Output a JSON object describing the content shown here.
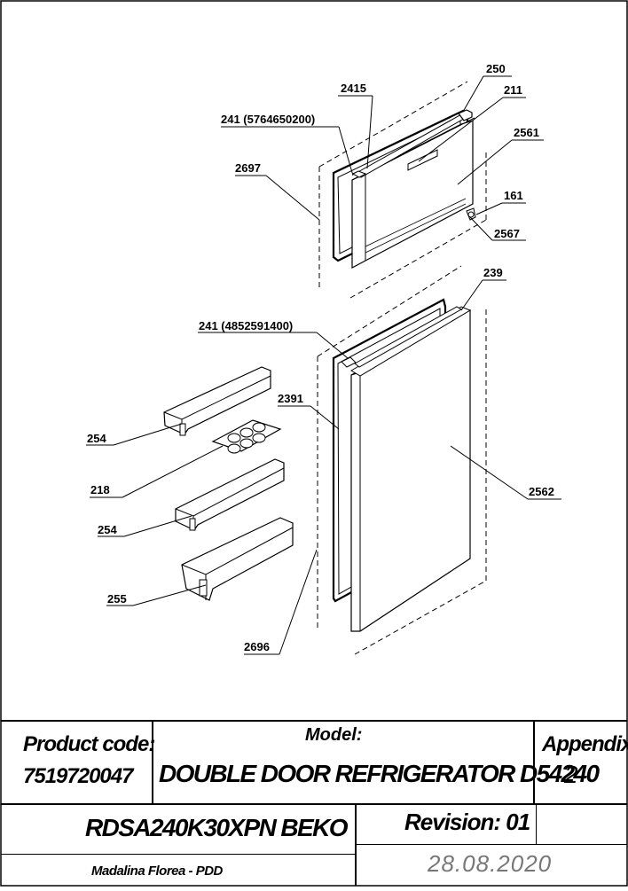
{
  "parts": {
    "p250": "250",
    "p2415": "2415",
    "p211": "211",
    "p241_top": "241 (5764650200)",
    "p2561": "2561",
    "p2697": "2697",
    "p161": "161",
    "p2567": "2567",
    "p239": "239",
    "p241_bottom": "241 (4852591400)",
    "p2391": "2391",
    "p254_a": "254",
    "p218": "218",
    "p254_b": "254",
    "p255": "255",
    "p2562": "2562",
    "p2696": "2696"
  },
  "title_block": {
    "product_code_label": "Product code:",
    "product_code_value": "7519720047",
    "model_label": "Model:",
    "model_value": "DOUBLE DOOR REFRIGERATOR D54240",
    "appendix_label": "Appendix:",
    "appendix_value": "2",
    "model_code": "RDSA240K30XPN BEKO",
    "revision": "Revision: 01",
    "author": "Madalina Florea - PDD",
    "date": "28.08.2020"
  }
}
